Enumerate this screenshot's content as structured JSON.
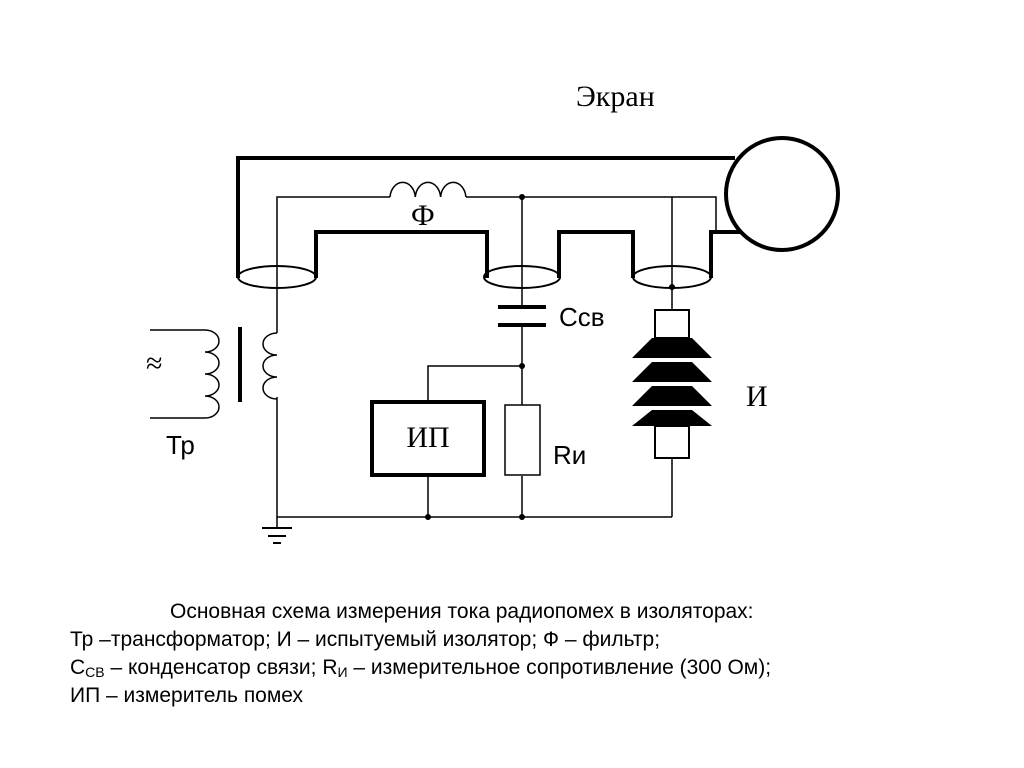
{
  "labels": {
    "screen": "Экран",
    "filter": "Ф",
    "coupling_cap_main": "C",
    "coupling_cap_sub": "св",
    "meter": "ИП",
    "resistor": "Rи",
    "insulator": "И",
    "transformer": "Тр",
    "ac_symbol": "≈"
  },
  "caption": {
    "title": "Основная схема измерения тока радиопомех в изоляторах:",
    "line2": "Тр –трансформатор; И – испытуемый изолятор; Ф – фильтр;",
    "line3_c": "С",
    "line3_c_sub": "СВ",
    "line3_mid": " – конденсатор связи; R",
    "line3_r_sub": "И",
    "line3_end": " – измерительное сопротивление (300 Ом);",
    "line4": "ИП – измеритель помех"
  }
}
